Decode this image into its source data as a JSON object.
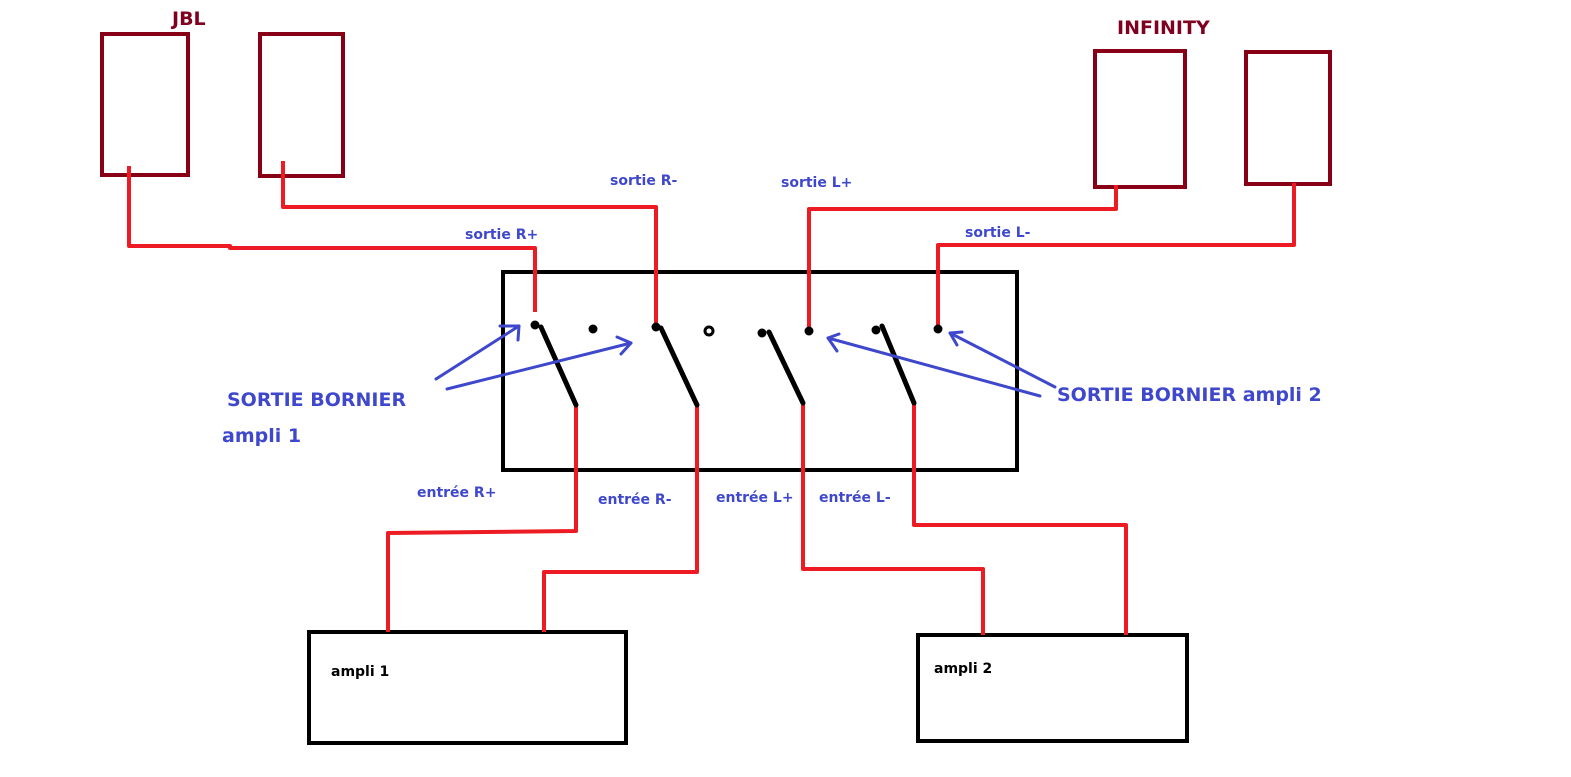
{
  "diagram": {
    "description": "Speaker switching wiring: two amplifiers to JBL and INFINITY speakers via a switch terminal block",
    "colors": {
      "speaker_box": "#880015",
      "wire": "#ed1c24",
      "switch_box": "#000000",
      "annotation": "#3f48cc",
      "brand_label": "#800020"
    },
    "speakers": {
      "jbl": {
        "label": "JBL"
      },
      "infinity": {
        "label": "INFINITY"
      }
    },
    "outputs": {
      "r_plus": "sortie R+",
      "r_minus": "sortie R-",
      "l_plus": "sortie L+",
      "l_minus": "sortie L-"
    },
    "inputs": {
      "r_plus": "entrée R+",
      "r_minus": "entrée R-",
      "l_plus": "entrée L+",
      "l_minus": "entrée L-"
    },
    "annotations": {
      "bornier_amp1_line1": "SORTIE BORNIER",
      "bornier_amp1_line2": "ampli 1",
      "bornier_amp2": "SORTIE BORNIER  ampli 2"
    },
    "amplifiers": {
      "amp1": {
        "label": "ampli 1"
      },
      "amp2": {
        "label": "ampli 2"
      }
    }
  }
}
